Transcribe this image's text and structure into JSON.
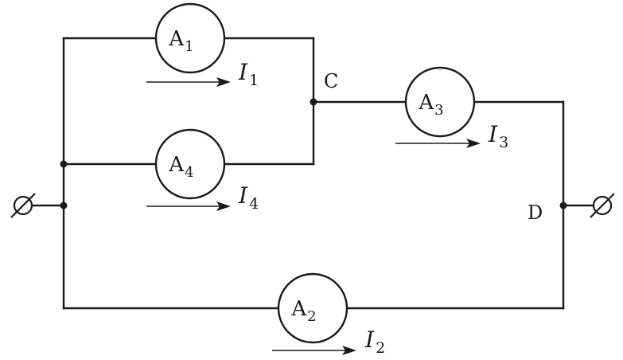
{
  "meters": [
    {
      "id": "a1",
      "letter": "A",
      "sub": "1"
    },
    {
      "id": "a2",
      "letter": "A",
      "sub": "2"
    },
    {
      "id": "a3",
      "letter": "A",
      "sub": "3"
    },
    {
      "id": "a4",
      "letter": "A",
      "sub": "4"
    }
  ],
  "currents": [
    {
      "id": "i1",
      "letter": "I",
      "sub": "1"
    },
    {
      "id": "i2",
      "letter": "I",
      "sub": "2"
    },
    {
      "id": "i3",
      "letter": "I",
      "sub": "3"
    },
    {
      "id": "i4",
      "letter": "I",
      "sub": "4"
    }
  ],
  "nodes": {
    "c": "C",
    "d": "D"
  }
}
